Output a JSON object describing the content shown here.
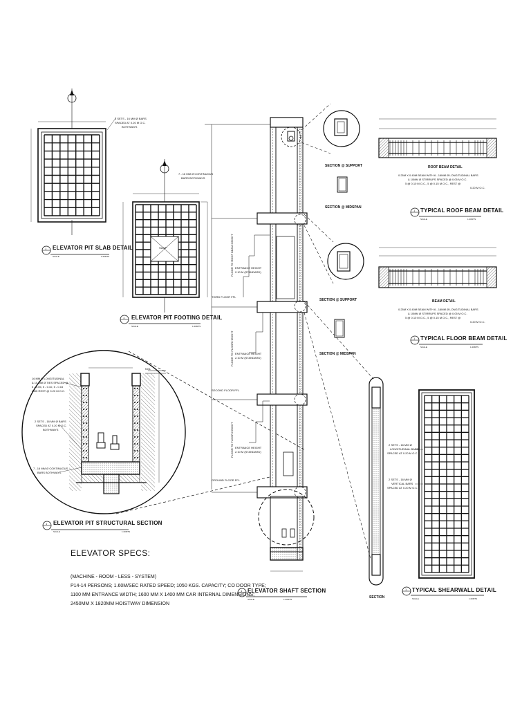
{
  "sheet": {
    "titles": {
      "pit_slab": "ELEVATOR PIT SLAB DETAIL",
      "pit_footing": "ELEVATOR PIT FOOTING DETAIL",
      "pit_structural": "ELEVATOR PIT STRUCTURAL SECTION",
      "shaft_section": "ELEVATOR SHAFT SECTION",
      "roof_beam": "TYPICAL ROOF BEAM DETAIL",
      "floor_beam": "TYPICAL FLOOR BEAM DETAIL",
      "shearwall": "TYPICAL SHEARWALL DETAIL"
    },
    "marker_number": "1",
    "scale_word": "SCALE",
    "scale_value": "1:20MTS",
    "notes": {
      "slab_bars": [
        "2 SETS - 16 MM Ø BARS",
        "SPACED AT 0.20 M O.C.",
        "BOTHWAYS"
      ],
      "footing_bars": [
        "7 - 16 MM Ø CONTINUOUS",
        "BARS BOTHWAYS"
      ],
      "pit_long": [
        "16 MM Ø LONGITUDINAL",
        "& 10 MM Ø TIES SPACED @",
        "5 - 0.05, 5 - 0.10, 5 - 0.15",
        "AND REST @ 0.20 M O.C."
      ],
      "pit_sets": [
        "2 SETS - 16 MM Ø BARS",
        "SPACED AT 0.20 M O.C.",
        "BOTHWAYS"
      ],
      "pit_cont": [
        "7 - 16 MM Ø CONTINUOUS",
        "BARS BOTHWAYS"
      ],
      "ngl": "NGL",
      "section_support": "SECTION @ SUPPORT",
      "section_midspan": "SECTION @ MIDSPAN",
      "roof_beam_label": "ROOF BEAM DETAIL",
      "beam_label": "BEAM DETAIL",
      "roof_beam_note": [
        "0.25M X 0.40M BEAM WITH 6 - 16MM Ø LONGITUDINAL BARS",
        "& 10MM Ø STIRRUPS SPACED @ 0.05 M O.C.",
        "5 @ 0.10 M O.C., 5 @ 0.15 M O.C., REST @",
        "0.20 M O.C."
      ],
      "floor_beam_note": [
        "0.25M X 0.40M BEAM WITH 6 - 16MM Ø LONGITUDINAL BARS",
        "& 10MM Ø STIRRUPS SPACED @ 0.05 M O.C.",
        "5 @ 0.10 M O.C., 5 @ 0.15 M O.C., REST @",
        "0.20 M O.C."
      ],
      "third_floor": "THIRD FLOOR FFL",
      "second_floor": "SECOND FLOOR FFL",
      "ground_floor": "GROUND FLOOR FFL",
      "floor_to_roof": "FLOOR TO ROOF BEAM HEIGHT",
      "floor_to_floor": "FLOOR TO FLOOR HEIGHT",
      "entrance_height": [
        "ENTRANCE HEIGHT",
        "2.10 M (STANDARD)"
      ],
      "shear_long": [
        "2 SETS - 16 MM Ø",
        "LONGITUDINAL BARS",
        "SPACED AT 0.20 M O.C."
      ],
      "shear_vert": [
        "2 SETS - 16 MM Ø",
        "VERTICAL BARS",
        "SPACED AT 0.20 M O.C."
      ],
      "section_word": "SECTION",
      "pit_center": "SUMP"
    },
    "specs": {
      "heading": "ELEVATOR SPECS:",
      "lines": [
        "(MACHINE - ROOM - LESS - SYSTEM)",
        "P14-14 PERSONS; 1.60M/SEC RATED SPEED; 1050 KGS. CAPACITY; CO DOOR TYPE;",
        "1100 MM ENTRANCE WIDTH; 1600 MM X 1400 MM CAR INTERNAL DIMENSIONS;",
        "2450MM X 1820MM HOISTWAY DIMENSION"
      ]
    }
  }
}
